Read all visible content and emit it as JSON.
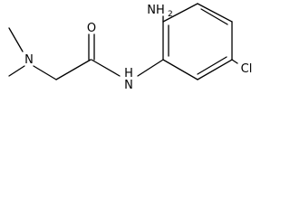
{
  "molecule": {
    "atoms": {
      "dimethylamine_n": "N",
      "carbonyl_o": "O",
      "amide_n": "N",
      "amide_h": "H",
      "amino_n": "NH",
      "amino_sub": "2",
      "chlorine": "Cl"
    }
  }
}
